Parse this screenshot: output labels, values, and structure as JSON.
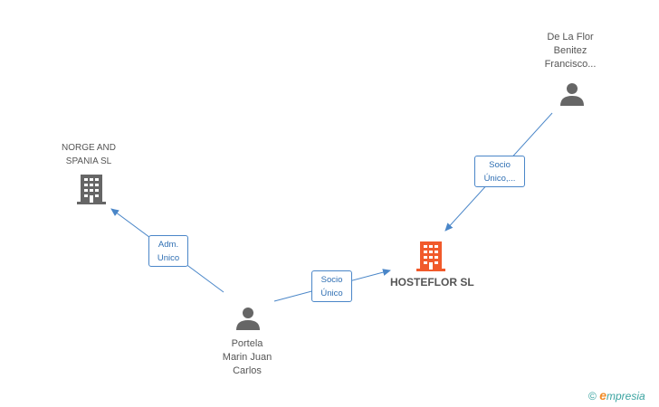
{
  "nodes": {
    "main_company": {
      "name": "HOSTEFLOR SL",
      "color": "#f15a2b"
    },
    "company_norge": {
      "lines": [
        "NORGE AND",
        "SPANIA SL"
      ],
      "color": "#666666"
    },
    "person_portela": {
      "lines": [
        "Portela",
        "Marin Juan",
        "Carlos"
      ],
      "color": "#666666"
    },
    "person_delaflor": {
      "lines": [
        "De La Flor",
        "Benitez",
        "Francisco..."
      ],
      "color": "#666666"
    }
  },
  "edges": {
    "adm_unico": {
      "lines": [
        "Adm.",
        "Unico"
      ]
    },
    "socio_unico_portela": {
      "lines": [
        "Socio",
        "Único"
      ]
    },
    "socio_unico_delaflor": {
      "lines": [
        "Socio",
        "Único,..."
      ]
    }
  },
  "colors": {
    "edge": "#4a86c8"
  },
  "brand": {
    "copyright": "©",
    "e": "e",
    "rest": "mpresia"
  }
}
